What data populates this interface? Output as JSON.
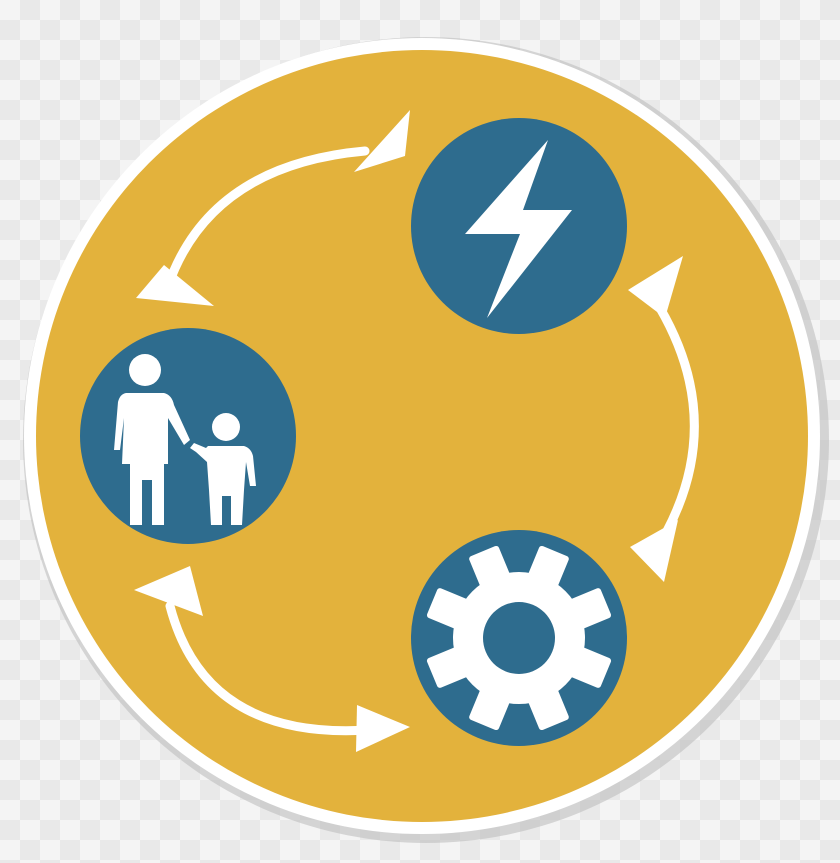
{
  "diagram": {
    "colors": {
      "outer_ring": "#ffffff",
      "disc": "#e3b23c",
      "node_fill": "#2e6c8e",
      "icon": "#ffffff",
      "arrow": "#ffffff",
      "shadow": "#b9b9b9"
    },
    "nodes": [
      {
        "id": "energy",
        "icon": "lightning-bolt-icon"
      },
      {
        "id": "family",
        "icon": "parent-and-child-icon"
      },
      {
        "id": "settings",
        "icon": "gear-icon"
      }
    ],
    "connections": [
      {
        "from": "energy",
        "to": "family",
        "bidirectional": true
      },
      {
        "from": "energy",
        "to": "settings",
        "bidirectional": true
      },
      {
        "from": "family",
        "to": "settings",
        "bidirectional": true
      }
    ]
  }
}
